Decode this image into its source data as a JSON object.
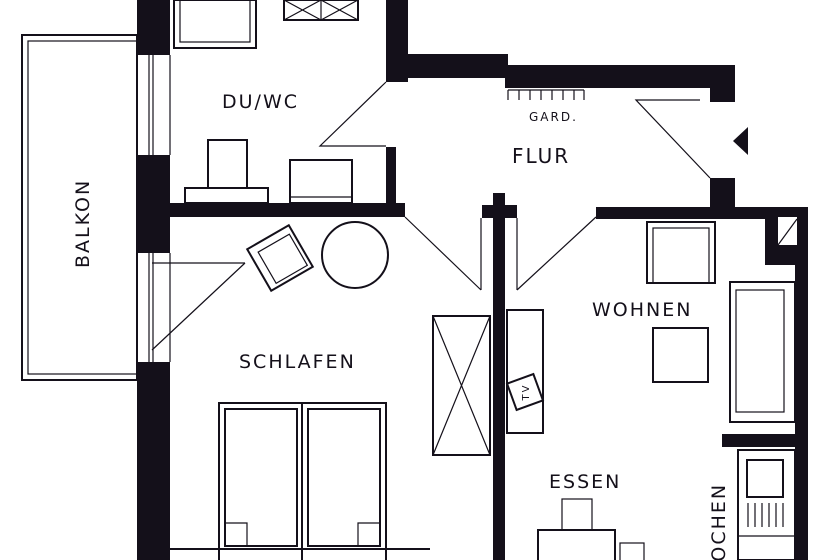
{
  "rooms": {
    "bathroom": "DU/WC",
    "hallway": "FLUR",
    "wardrobe": "GARD.",
    "balcony": "BALKON",
    "bedroom": "SCHLAFEN",
    "living": "WOHNEN",
    "dining": "ESSEN",
    "kitchen": "KOCHEN"
  },
  "furniture": {
    "tv": "TV"
  },
  "colors": {
    "wall": "#14101a",
    "background": "#ffffff"
  }
}
